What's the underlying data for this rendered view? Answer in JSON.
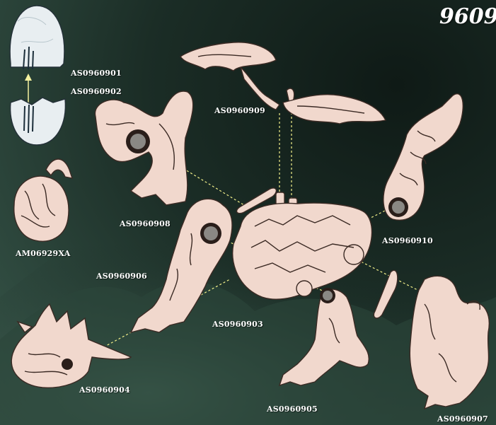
{
  "set_number": "9609",
  "colors": {
    "part_fill": "#f1d8cd",
    "part_outline": "#3b2a24",
    "egg_fill": "#e8eef1",
    "connector_line": "#f3f08a",
    "arrow_color": "#f6f2a0",
    "background_dark": "#0f1a16",
    "background_light": "#3a5a4d"
  },
  "parts": [
    {
      "id": "egg-top",
      "code": "AS0960901"
    },
    {
      "id": "egg-bottom",
      "code": "AS0960902"
    },
    {
      "id": "body",
      "code": "AS0960903"
    },
    {
      "id": "head",
      "code": "AS0960904"
    },
    {
      "id": "leg-right-front",
      "code": "AS0960905"
    },
    {
      "id": "leg-left-front",
      "code": "AS0960906"
    },
    {
      "id": "leg-right-rear",
      "code": "AS0960907"
    },
    {
      "id": "leg-left-rear",
      "code": "AS0960908"
    },
    {
      "id": "wings",
      "code": "AS0960909"
    },
    {
      "id": "tail",
      "code": "AS0960910"
    },
    {
      "id": "pouch",
      "code": "AM06929XA"
    }
  ]
}
